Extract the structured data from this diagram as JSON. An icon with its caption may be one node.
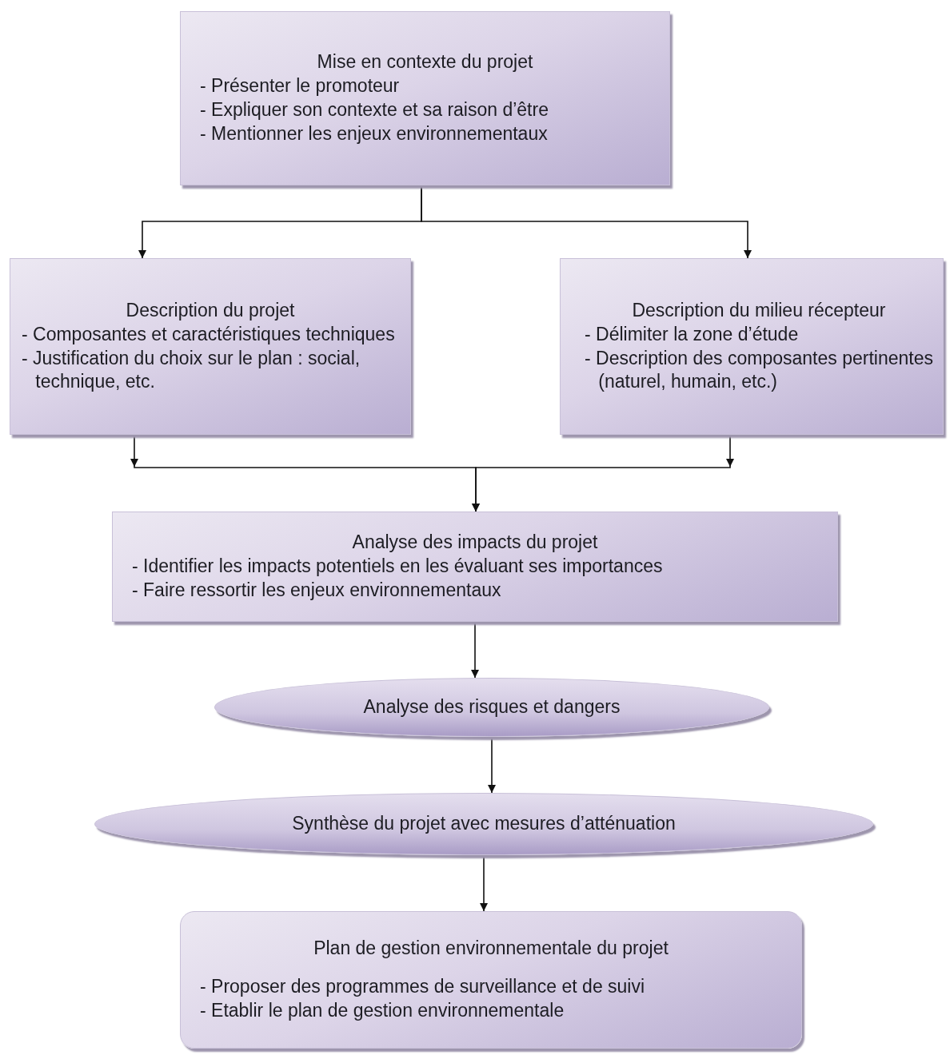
{
  "diagram": {
    "nodes": [
      {
        "text": [
          "Mise en contexte du projet",
          "- Présenter le promoteur",
          "- Expliquer son contexte et sa raison d’être",
          "- Mentionner les enjeux environnementaux"
        ]
      },
      {
        "text": [
          "Description du projet",
          "- Composantes et caractéristiques techniques",
          "- Justification du choix sur le plan : social, technique, etc."
        ]
      },
      {
        "text": [
          "Description du milieu récepteur",
          "- Délimiter la zone d’étude",
          "- Description des composantes pertinentes (naturel, humain, etc.)"
        ]
      },
      {
        "text": [
          "Analyse des impacts du projet",
          "- Identifier les impacts potentiels en les évaluant ses importances",
          "- Faire ressortir  les enjeux environnementaux"
        ]
      },
      {
        "text": [
          "Analyse des risques et dangers"
        ]
      },
      {
        "text": [
          "Synthèse du projet avec mesures d’atténuation"
        ]
      },
      {
        "text": [
          "Plan de gestion environnementale du projet",
          "- Proposer des programmes de surveillance et de suivi",
          "- Etablir le plan de gestion environnementale"
        ]
      }
    ],
    "edges": [
      {
        "from": 0,
        "to": 1,
        "arrow": "to"
      },
      {
        "from": 0,
        "to": 2,
        "arrow": "to"
      },
      {
        "from": 1,
        "to": 3,
        "arrow": "to"
      },
      {
        "from": 2,
        "to": 3,
        "arrow": "to"
      },
      {
        "from": 3,
        "to": 4,
        "arrow": "to"
      },
      {
        "from": 4,
        "to": 5,
        "arrow": "to"
      },
      {
        "from": 5,
        "to": 6,
        "arrow": "to"
      }
    ]
  }
}
